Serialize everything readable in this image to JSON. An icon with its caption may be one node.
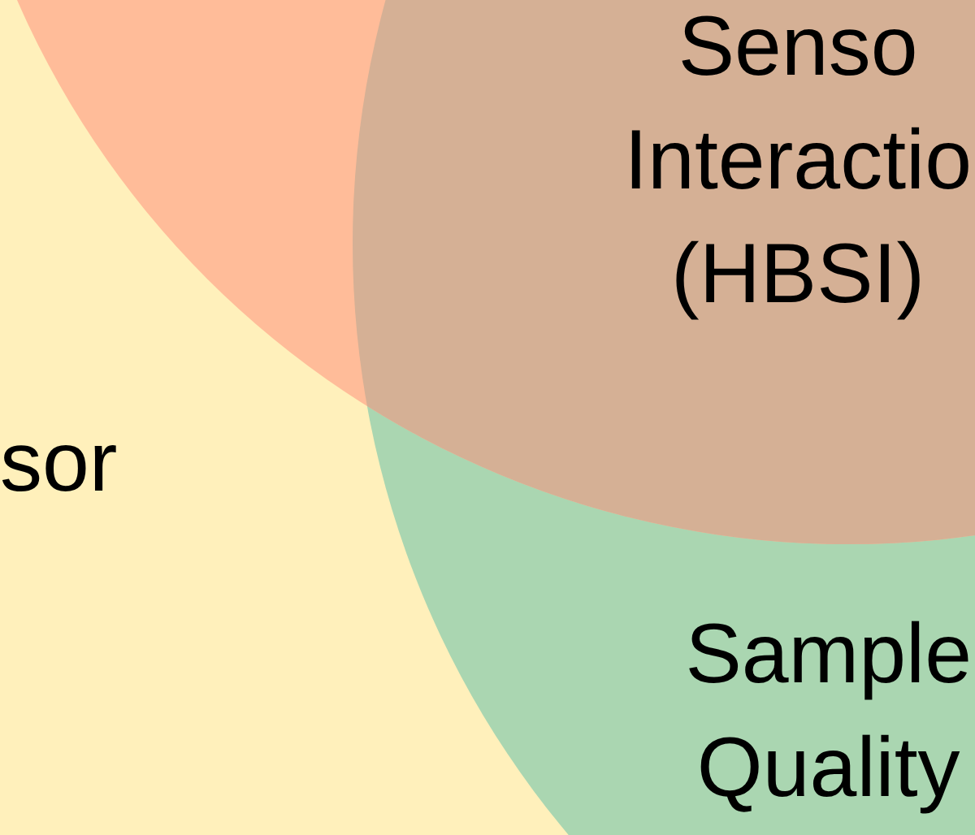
{
  "diagram": {
    "nodes": [
      {
        "text": [
          "sor"
        ]
      },
      {
        "text": [
          "Senso Interactio (HBSI)"
        ]
      },
      {
        "text": [
          "Sample Quality"
        ]
      }
    ]
  }
}
